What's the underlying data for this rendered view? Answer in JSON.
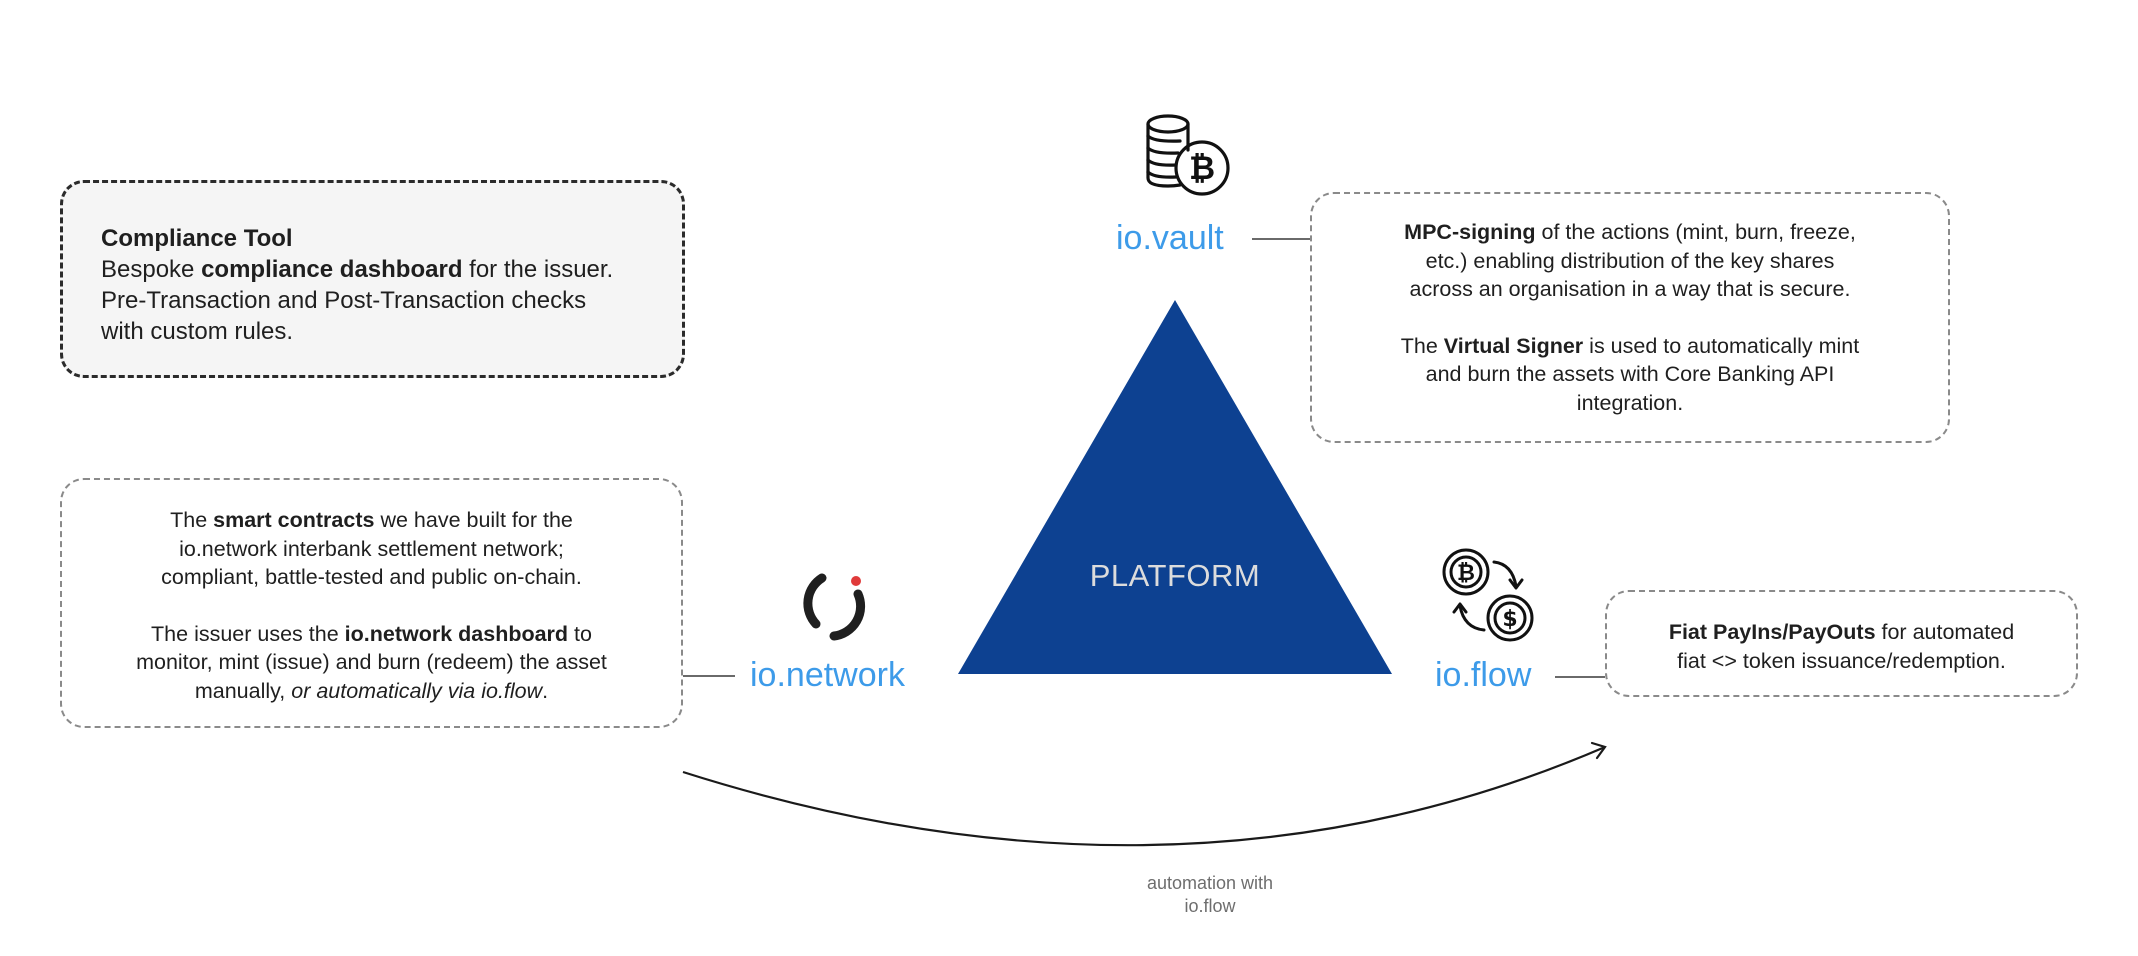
{
  "colors": {
    "platform_fill": "#0d4191",
    "label_blue": "#3d9be9",
    "platform_text": "#dcdcdc",
    "network_dot": "#e03a3a"
  },
  "platform": {
    "label": "PLATFORM"
  },
  "compliance": {
    "title": "Compliance Tool",
    "line1_pre": "Bespoke ",
    "line1_bold": "compliance dashboard",
    "line1_post": " for the issuer.",
    "line2": "Pre-Transaction and Post-Transaction checks",
    "line3": "with custom rules."
  },
  "vault": {
    "label": "io.vault",
    "icon": "coins-bitcoin-icon",
    "p1_bold": "MPC-signing",
    "p1_l1": " of the actions (mint, burn, freeze,",
    "p1_l2": "etc.) enabling distribution of the key shares",
    "p1_l3": "across an organisation in a way that is secure.",
    "p2_pre": "The ",
    "p2_bold": "Virtual Signer",
    "p2_l1": " is used to automatically mint",
    "p2_l2": "and burn the assets with Core Banking API",
    "p2_l3": "integration."
  },
  "network": {
    "label": "io.network",
    "icon": "io-network-logo-icon",
    "p1_pre": "The ",
    "p1_bold": "smart contracts",
    "p1_l1": " we have built for the",
    "p1_l2": "io.network interbank settlement network;",
    "p1_l3": "compliant, battle-tested and public on-chain.",
    "p2_pre": "The issuer uses the ",
    "p2_bold": "io.network dashboard",
    "p2_l1": " to",
    "p2_l2": "monitor, mint (issue) and burn (redeem) the asset",
    "p2_l3_pre": "manually, ",
    "p2_l3_italic": "or automatically via io.flow",
    "p2_l3_post": "."
  },
  "flow": {
    "label": "io.flow",
    "icon": "currency-exchange-icon",
    "bold": "Fiat PayIns/PayOuts",
    "l1": " for automated",
    "l2": "fiat <> token issuance/redemption."
  },
  "automation": {
    "caption_l1": "automation with",
    "caption_l2": "io.flow"
  }
}
